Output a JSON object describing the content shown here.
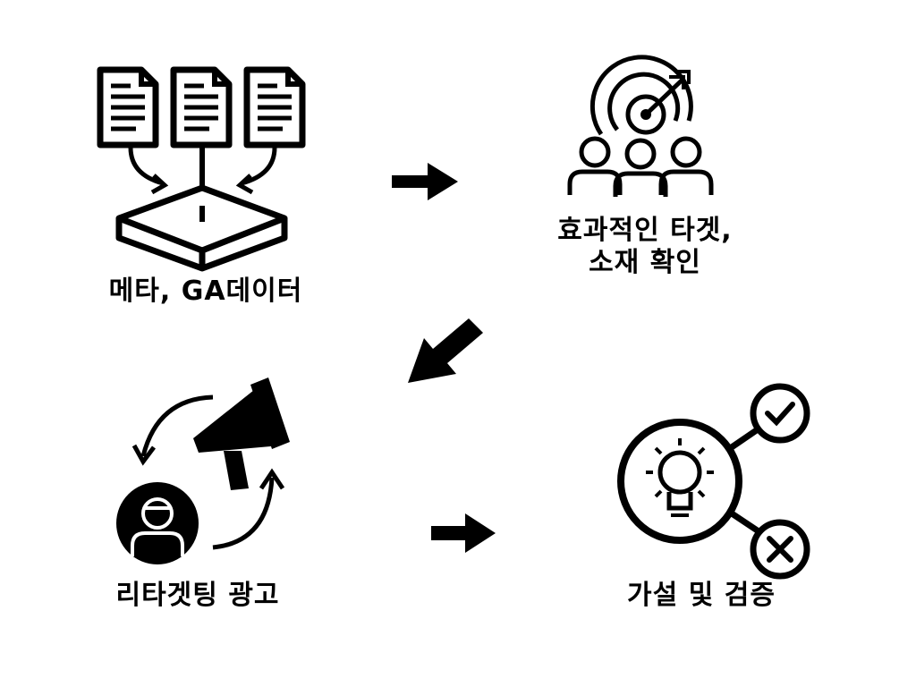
{
  "steps": [
    {
      "id": "data",
      "icon": "documents-into-box-icon",
      "lines": [
        "메타, GA데이터"
      ]
    },
    {
      "id": "target",
      "icon": "target-audience-icon",
      "lines": [
        "효과적인 타겟,",
        "소재 확인"
      ]
    },
    {
      "id": "retarget",
      "icon": "megaphone-cycle-icon",
      "lines": [
        "리타겟팅 광고"
      ]
    },
    {
      "id": "verify",
      "icon": "idea-check-icon",
      "lines": [
        "가설 및 검증"
      ]
    }
  ],
  "arrows": [
    "arrow-right-icon",
    "arrow-down-left-icon",
    "arrow-right-icon"
  ],
  "colors": {
    "ink": "#000000",
    "background": "#ffffff"
  }
}
